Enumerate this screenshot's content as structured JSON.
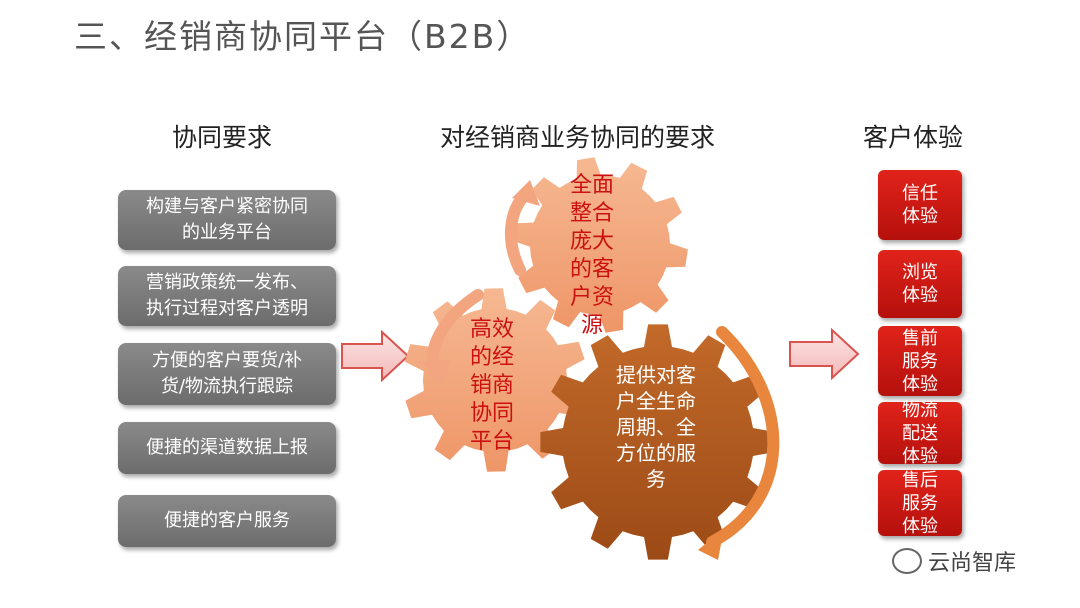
{
  "title": "三、经销商协同平台（B2B）",
  "columns": {
    "left_heading": "协同要求",
    "middle_heading": "对经销商业务协同的要求",
    "right_heading": "客户体验"
  },
  "requirements": [
    "构建与客户紧密协同\n的业务平台",
    "营销政策统一发布、\n执行过程对客户透明",
    "方便的客户要货/补\n货/物流执行跟踪",
    "便捷的渠道数据上报",
    "便捷的客户服务"
  ],
  "gears": {
    "top": "全面\n整合\n庞大\n的客\n户资\n源",
    "left": "高效\n的经\n销商\n协同\n平台",
    "bottom": "提供对客\n户全生命\n周期、全\n方位的服\n务"
  },
  "experiences": [
    "信任\n体验",
    "浏览\n体验",
    "售前\n服务\n体验",
    "物流\n配送\n体验",
    "售后\n服务\n体验"
  ],
  "watermark": "云尚智库",
  "colors": {
    "gray_box": "#7a7a7a",
    "red_box": "#d01a14",
    "gear_light": "#f2a57f",
    "gear_dark": "#b35a1f",
    "gear_text_red": "#cc1010",
    "arrow_orange": "#e8863e"
  }
}
